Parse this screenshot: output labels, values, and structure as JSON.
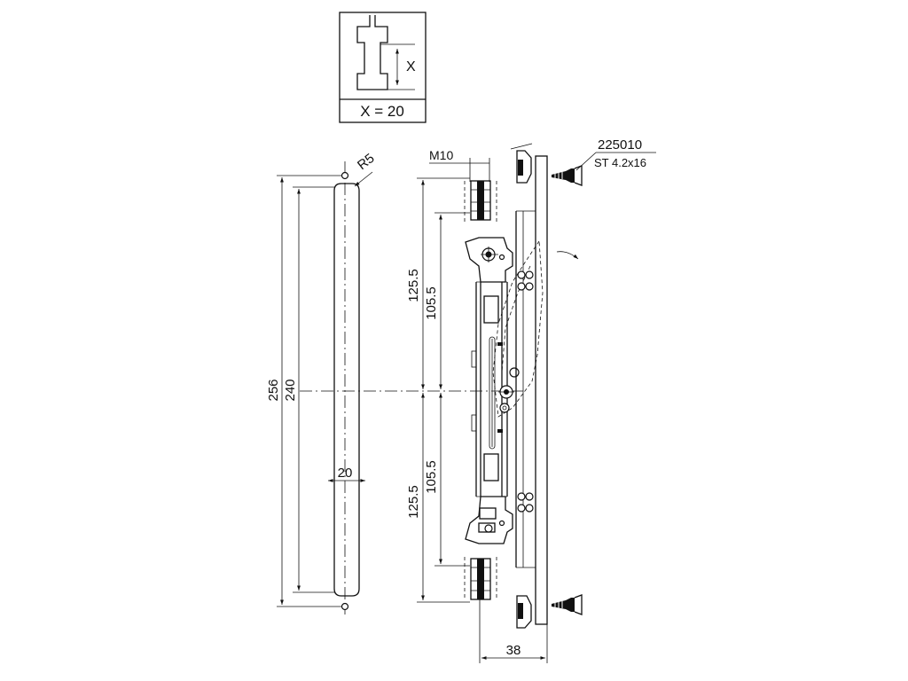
{
  "detail": {
    "x_label": "X",
    "caption": "X = 20"
  },
  "part": {
    "number": "225010",
    "screw": "ST 4.2x16"
  },
  "dimensions": {
    "thread": "M10",
    "radius": "R5",
    "overall_length": "256",
    "slot_length": "240",
    "slot_width": "20",
    "upper_outer": "125.5",
    "upper_inner": "105.5",
    "lower_outer": "125.5",
    "lower_inner": "105.5",
    "depth": "38"
  }
}
